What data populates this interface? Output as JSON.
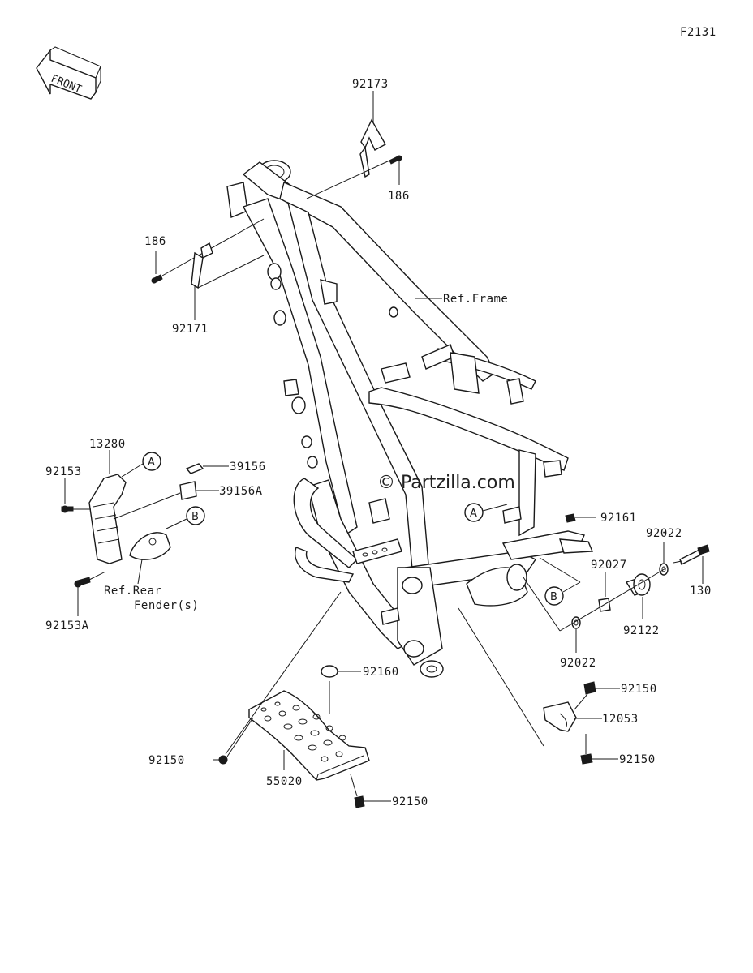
{
  "diagram_code": "F2131",
  "front_arrow": "FRONT",
  "watermark": "© Partzilla.com",
  "callouts": {
    "p92173": "92173",
    "p186_top": "186",
    "p186_left": "186",
    "p92171": "92171",
    "ref_frame": "Ref.Frame",
    "p13280": "13280",
    "p92153": "92153",
    "p39156": "39156",
    "p39156A": "39156A",
    "ref_rear_fender_1": "Ref.Rear",
    "ref_rear_fender_2": "Fender(s)",
    "p92153A": "92153A",
    "p92161": "92161",
    "p92022_top": "92022",
    "p92027": "92027",
    "p130": "130",
    "p92122": "92122",
    "p92022_bottom": "92022",
    "p92160": "92160",
    "p92150_right_top": "92150",
    "p12053": "12053",
    "p92150_right_bottom": "92150",
    "p92150_left": "92150",
    "p55020": "55020",
    "p92150_bottom": "92150"
  },
  "ref_markers": {
    "a": "A",
    "b": "B"
  }
}
